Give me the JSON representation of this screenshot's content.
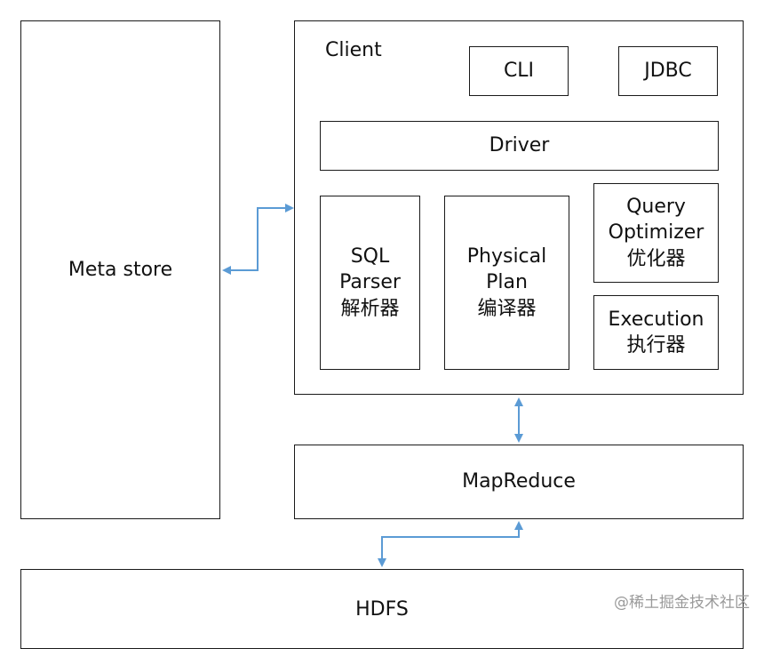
{
  "diagram": {
    "metastore": {
      "label": "Meta store"
    },
    "client": {
      "label": "Client",
      "cli": "CLI",
      "jdbc": "JDBC",
      "driver": "Driver",
      "sql_parser": [
        "SQL",
        "Parser",
        "解析器"
      ],
      "physical_plan": [
        "Physical",
        "Plan",
        "编译器"
      ],
      "query_optimizer": [
        "Query",
        "Optimizer",
        "优化器"
      ],
      "execution": [
        "Execution",
        "执行器"
      ]
    },
    "mapreduce": {
      "label": "MapReduce"
    },
    "hdfs": {
      "label": "HDFS"
    },
    "arrow_color": "#5b9bd5"
  },
  "watermark": "@稀土掘金技术社区"
}
